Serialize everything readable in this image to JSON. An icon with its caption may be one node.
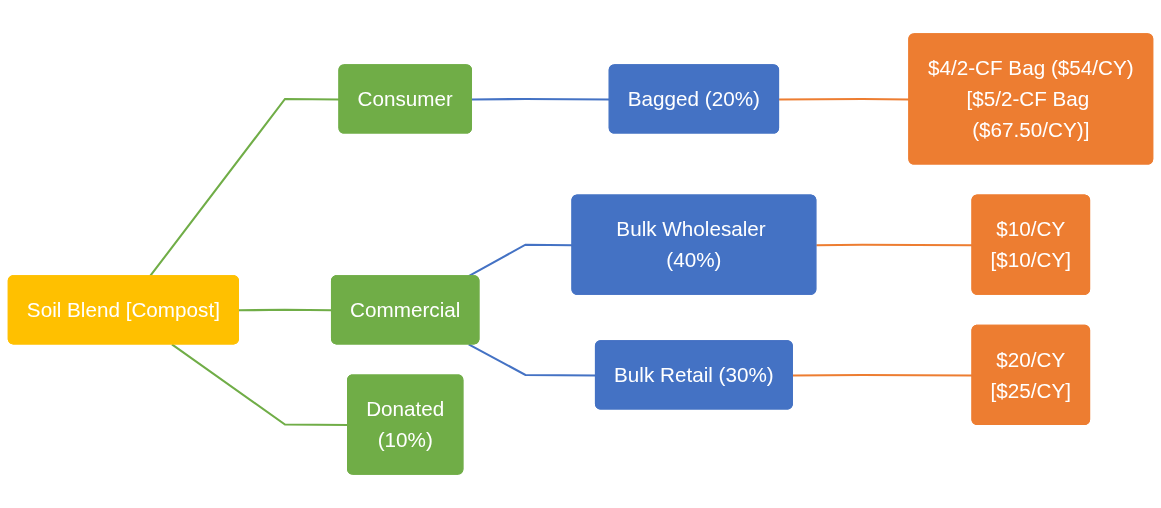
{
  "diagram": {
    "nodes": [
      {
        "text": [
          "Soil Blend [Compost]"
        ]
      },
      {
        "text": [
          "Consumer"
        ]
      },
      {
        "text": [
          "Commercial"
        ]
      },
      {
        "text": [
          "Donated",
          "(10%)"
        ]
      },
      {
        "text": [
          "Bagged (20%)"
        ]
      },
      {
        "text": [
          "Bulk Wholesaler (40%)"
        ]
      },
      {
        "text": [
          "Bulk Retail (30%)"
        ]
      },
      {
        "text": [
          "$4/2-CF Bag ($54/CY)",
          "[$5/2-CF Bag ($67.50/CY)]"
        ]
      },
      {
        "text": [
          "$10/CY",
          "[$10/CY]"
        ]
      },
      {
        "text": [
          "$20/CY",
          "[$25/CY]"
        ]
      }
    ],
    "edges": [
      {
        "from": 0,
        "to": 1,
        "arrow": "none",
        "color": "#70ad47"
      },
      {
        "from": 0,
        "to": 2,
        "arrow": "none",
        "color": "#70ad47"
      },
      {
        "from": 0,
        "to": 3,
        "arrow": "none",
        "color": "#70ad47"
      },
      {
        "from": 1,
        "to": 4,
        "arrow": "none",
        "color": "#4472c4"
      },
      {
        "from": 2,
        "to": 5,
        "arrow": "none",
        "color": "#4472c4"
      },
      {
        "from": 2,
        "to": 6,
        "arrow": "none",
        "color": "#4472c4"
      },
      {
        "from": 4,
        "to": 7,
        "arrow": "none",
        "color": "#ed7d31"
      },
      {
        "from": 5,
        "to": 8,
        "arrow": "none",
        "color": "#ed7d31"
      },
      {
        "from": 6,
        "to": 9,
        "arrow": "none",
        "color": "#ed7d31"
      }
    ]
  }
}
